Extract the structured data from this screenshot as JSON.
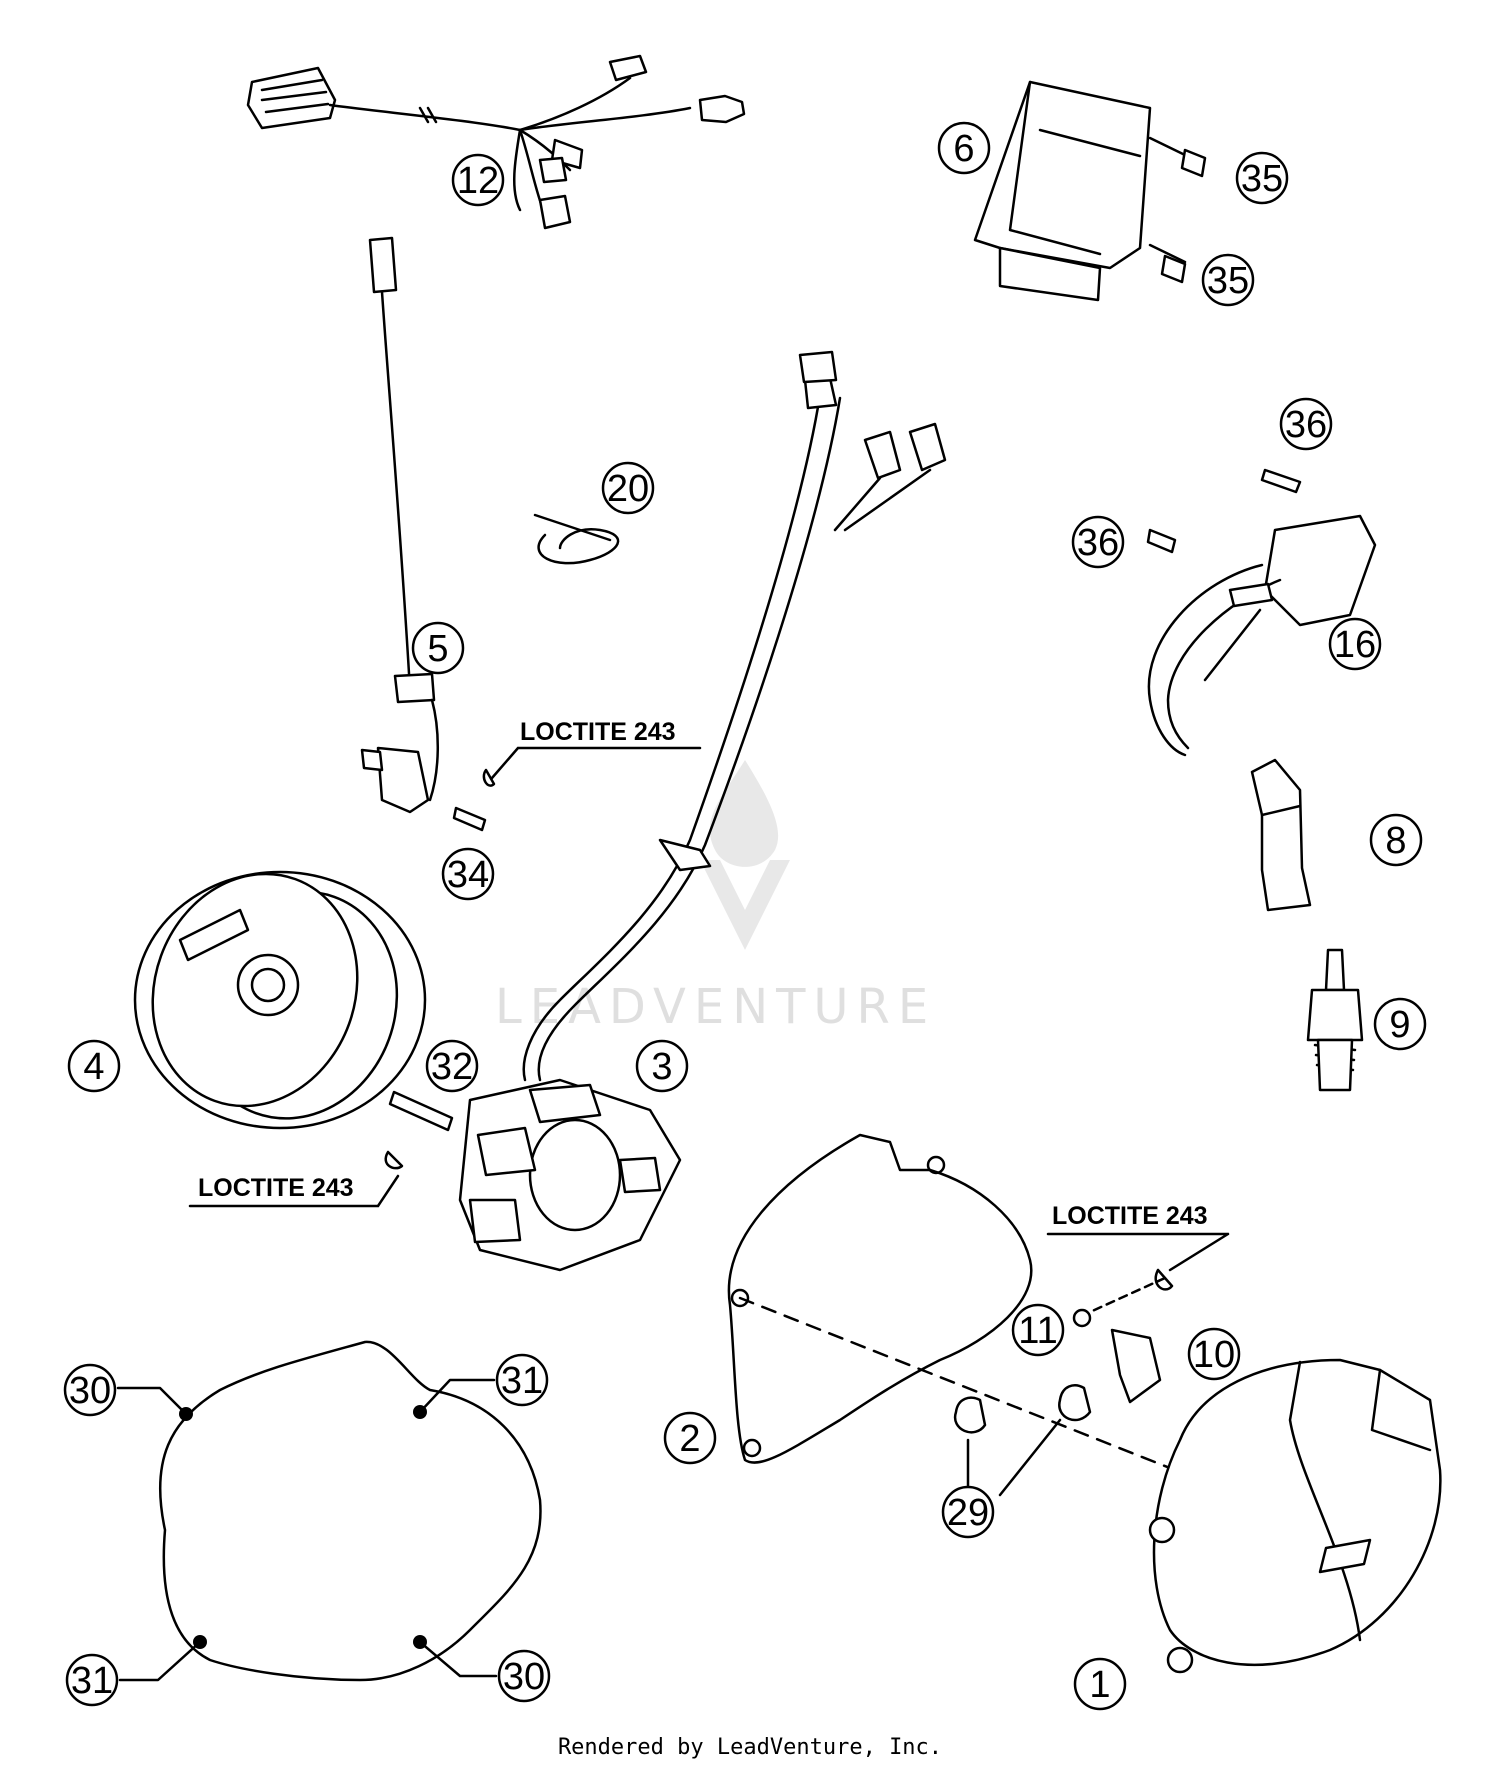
{
  "callouts": [
    {
      "id": "c-12",
      "label": "12"
    },
    {
      "id": "c-6",
      "label": "6"
    },
    {
      "id": "c-35a",
      "label": "35"
    },
    {
      "id": "c-35b",
      "label": "35"
    },
    {
      "id": "c-36a",
      "label": "36"
    },
    {
      "id": "c-36b",
      "label": "36"
    },
    {
      "id": "c-16",
      "label": "16"
    },
    {
      "id": "c-20",
      "label": "20"
    },
    {
      "id": "c-5",
      "label": "5"
    },
    {
      "id": "c-34",
      "label": "34"
    },
    {
      "id": "c-8",
      "label": "8"
    },
    {
      "id": "c-9",
      "label": "9"
    },
    {
      "id": "c-4",
      "label": "4"
    },
    {
      "id": "c-32",
      "label": "32"
    },
    {
      "id": "c-3",
      "label": "3"
    },
    {
      "id": "c-11",
      "label": "11"
    },
    {
      "id": "c-10",
      "label": "10"
    },
    {
      "id": "c-2",
      "label": "2"
    },
    {
      "id": "c-29",
      "label": "29"
    },
    {
      "id": "c-30a",
      "label": "30"
    },
    {
      "id": "c-31a",
      "label": "31"
    },
    {
      "id": "c-31b",
      "label": "31"
    },
    {
      "id": "c-30b",
      "label": "30"
    },
    {
      "id": "c-1",
      "label": "1"
    }
  ],
  "notes": [
    {
      "id": "loctite-1",
      "text": "LOCTITE 243"
    },
    {
      "id": "loctite-2",
      "text": "LOCTITE 243"
    },
    {
      "id": "loctite-3",
      "text": "LOCTITE 243"
    }
  ],
  "watermark": "LEADVENTURE",
  "footer": "Rendered by LeadVenture, Inc."
}
